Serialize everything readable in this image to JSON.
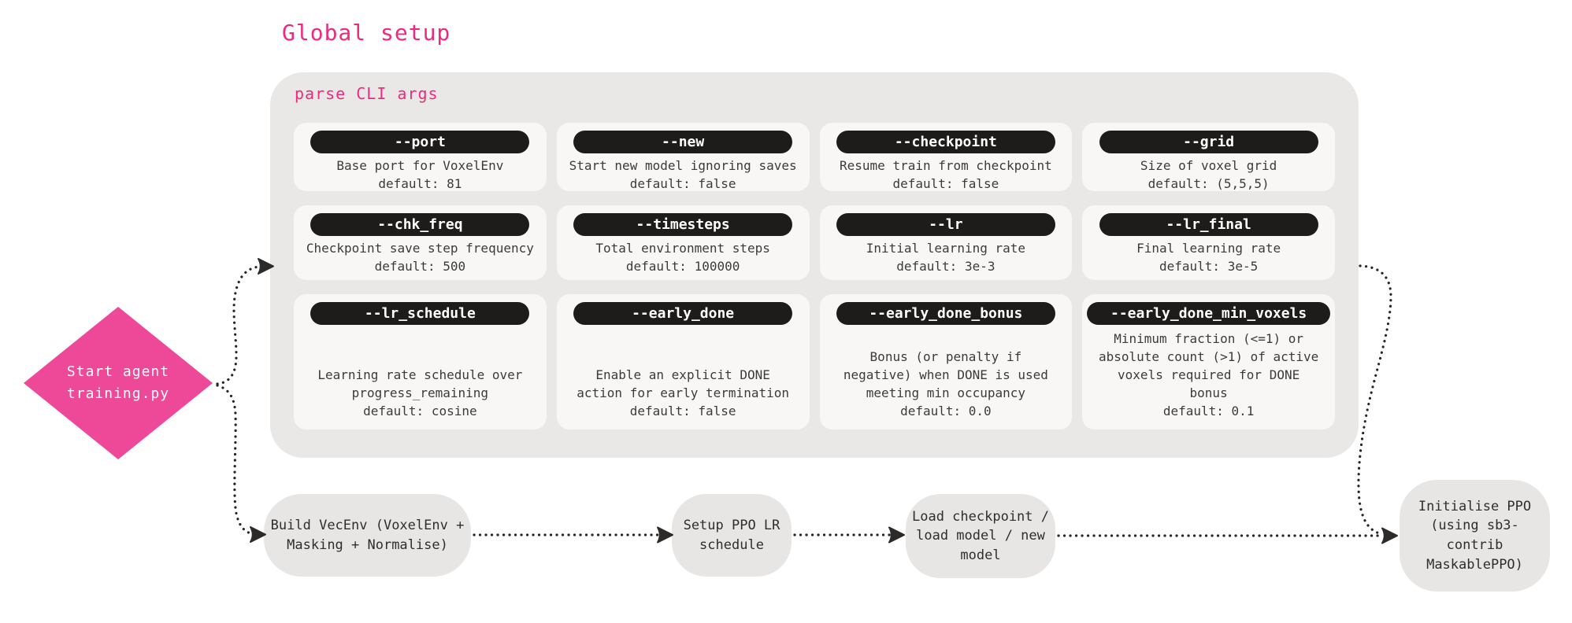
{
  "colors": {
    "accent_pink": "#ee2a7e",
    "diamond_pink": "#ee4899",
    "panel_gray": "#e9e8e7",
    "card_white": "#f8f7f6",
    "pill_black": "#1e1c1a",
    "text_dark": "#3b3b3b",
    "node_gray": "#e7e6e5",
    "node_text": "#2e2e2e",
    "connector_dark": "#262626"
  },
  "page": {
    "title": "Global setup"
  },
  "start_node": {
    "label": "Start agent\ntraining.py"
  },
  "cli": {
    "group_label": "parse CLI args",
    "args": [
      {
        "flag": "--port",
        "description": "Base port for VoxelEnv",
        "default": "default: 81"
      },
      {
        "flag": "--new",
        "description": "Start new model ignoring saves",
        "default": "default: false"
      },
      {
        "flag": "--checkpoint",
        "description": "Resume train from checkpoint",
        "default": "default: false"
      },
      {
        "flag": "--grid",
        "description": "Size of voxel grid",
        "default": "default: (5,5,5)"
      },
      {
        "flag": "--chk_freq",
        "description": "Checkpoint save step frequency",
        "default": "default: 500"
      },
      {
        "flag": "--timesteps",
        "description": "Total environment steps",
        "default": "default: 100000"
      },
      {
        "flag": "--lr",
        "description": "Initial learning rate",
        "default": "default: 3e-3"
      },
      {
        "flag": "--lr_final",
        "description": "Final learning rate",
        "default": "default: 3e-5"
      },
      {
        "flag": "--lr_schedule",
        "description": "Learning rate schedule over\nprogress_remaining",
        "default": "default: cosine"
      },
      {
        "flag": "--early_done",
        "description": "Enable an explicit DONE\naction for early termination",
        "default": "default: false"
      },
      {
        "flag": "--early_done_bonus",
        "description": "Bonus (or penalty if\nnegative) when DONE is used\nmeeting min occupancy",
        "default": "default: 0.0"
      },
      {
        "flag": "--early_done_min_voxels",
        "description": "Minimum fraction (<=1) or\nabsolute count (>1) of active\nvoxels required for DONE\nbonus",
        "default": "default: 0.1"
      }
    ]
  },
  "flow": {
    "nodes": [
      {
        "label": "Build VecEnv (VoxelEnv +\nMasking + Normalise)"
      },
      {
        "label": "Setup PPO LR\nschedule"
      },
      {
        "label": "Load checkpoint /\nload model / new\nmodel"
      },
      {
        "label": "Initialise PPO\n(using sb3-\ncontrib\nMaskablePPO)"
      }
    ]
  }
}
